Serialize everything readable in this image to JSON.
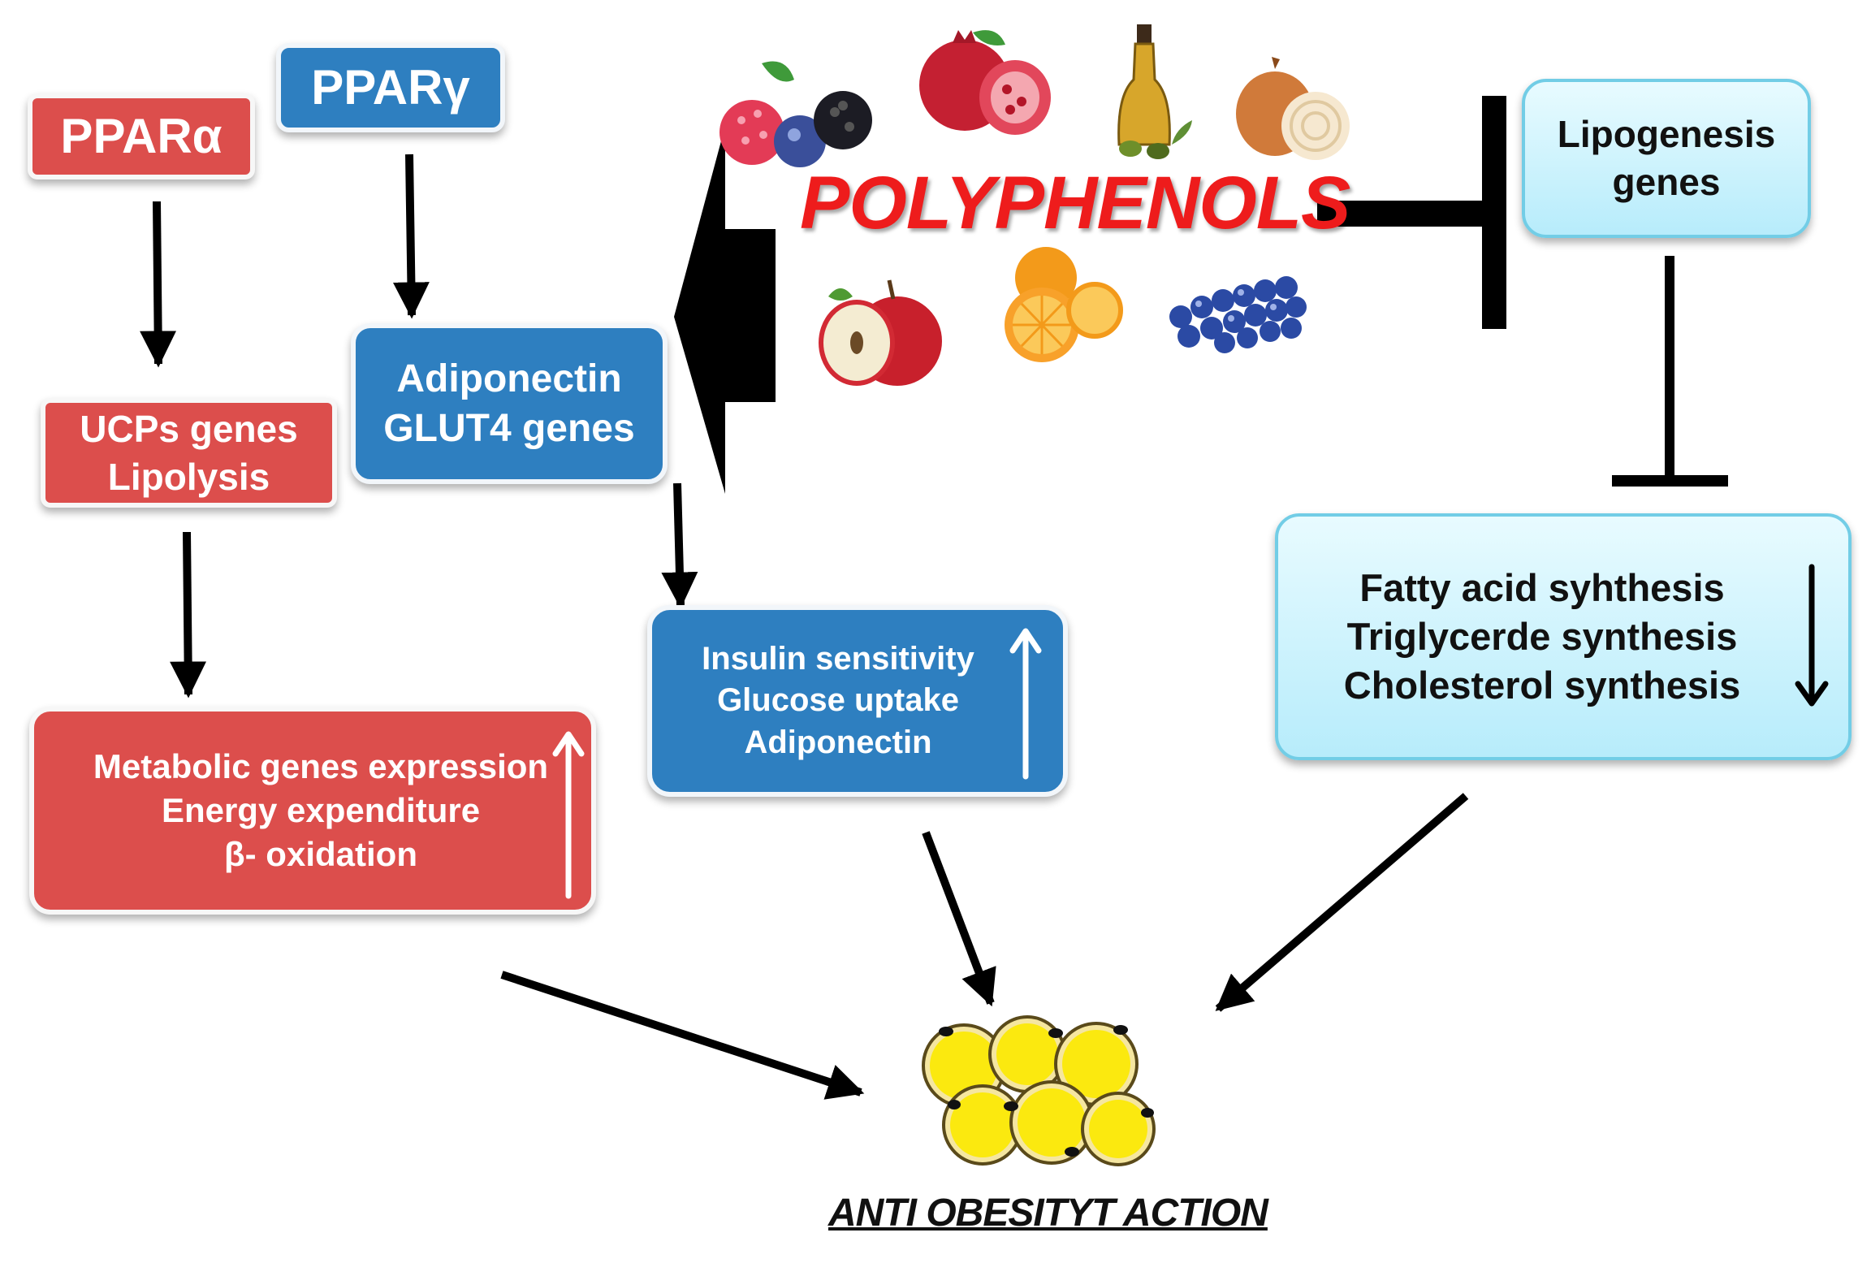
{
  "ppar_alpha": "PPARα",
  "ppar_gamma": "PPARγ",
  "ucp_box": [
    "UCPs genes",
    "Lipolysis"
  ],
  "adiponectin_box": [
    "Adiponectin",
    "GLUT4 genes"
  ],
  "metabolic_box": [
    "Metabolic genes expression",
    "Energy expenditure",
    "β- oxidation"
  ],
  "insulin_box": [
    "Insulin sensitivity",
    "Glucose uptake",
    "Adiponectin"
  ],
  "polyphenols_title": "POLYPHENOLS",
  "lipogenesis_box": [
    "Lipogenesis",
    "genes"
  ],
  "synthesis_box": [
    "Fatty acid syhthesis",
    "Triglycerde synthesis",
    "Cholesterol synthesis"
  ],
  "caption": "ANTI OBESITYT ACTION",
  "icons": [
    "berries-icon",
    "pomegranate-icon",
    "olive-oil-icon",
    "onion-icon",
    "apple-icon",
    "orange-icon",
    "blueberries-icon",
    "adipocytes-icon"
  ],
  "colors": {
    "ppar_alpha_red": "#dc4e4c",
    "ppar_gamma_blue": "#2e7fc0",
    "lipogenesis_cyan": "#c7f1fc",
    "polyphenols_red": "#ee1c1c"
  }
}
